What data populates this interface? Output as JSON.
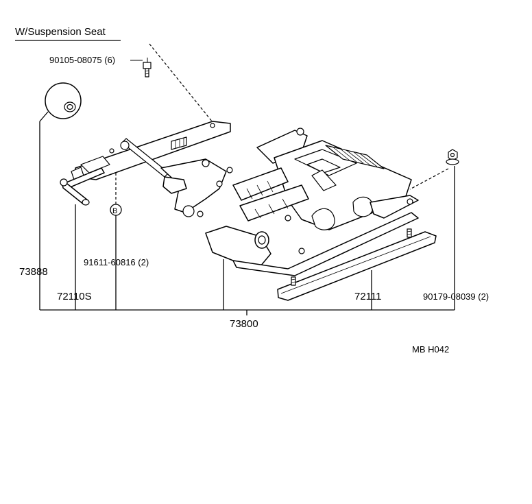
{
  "diagram": {
    "title": "W/Suspension Seat",
    "ref_code": "MB H042",
    "callouts": {
      "bolt_top": "90105-08075 (6)",
      "bolt_b": "91611-60816 (2)",
      "knob": "73888",
      "adjuster": "72110S",
      "seat_assembly": "73800",
      "rail_cover": "72111",
      "nut_right": "90179-08039 (2)",
      "circle_b": "B"
    }
  }
}
